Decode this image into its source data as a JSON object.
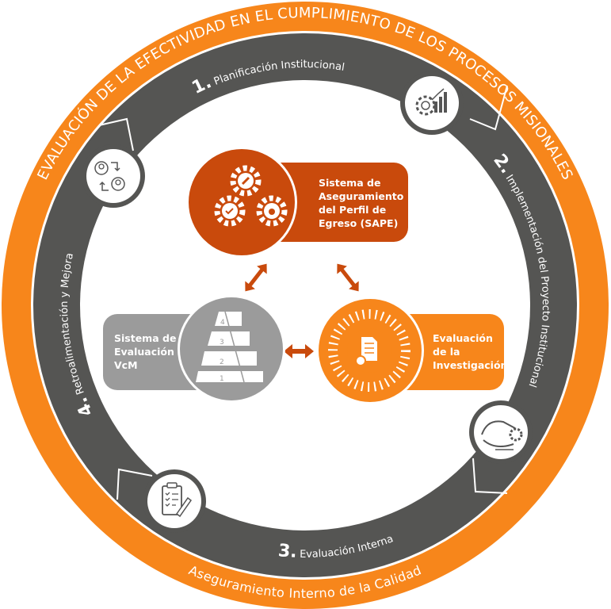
{
  "colors": {
    "outer_ring": "#F7861B",
    "process_ring": "#555553",
    "sape": "#C94A0C",
    "vcm": "#9B9B9B",
    "investigacion": "#F7861B",
    "arrows": "#C94A0C"
  },
  "outer_ring": {
    "title": "EVALUACIÓN DE LA EFECTIVIDAD EN EL CUMPLIMIENTO DE LOS PROCESOS MISIONALES",
    "subtitle": "Aseguramiento Interno de la Calidad"
  },
  "steps": [
    {
      "number": "1.",
      "label": "Planificación Institucional",
      "icon": "strategy-gear-chart-icon"
    },
    {
      "number": "2.",
      "label": "Implementación del Proyecto Institucional",
      "icon": "hand-gear-icon"
    },
    {
      "number": "3.",
      "label": "Evaluación Interna",
      "icon": "clipboard-checklist-icon"
    },
    {
      "number": "4.",
      "label": "Retroalimentación y Mejora",
      "icon": "users-exchange-icon"
    }
  ],
  "systems": {
    "sape": {
      "lines": [
        "Sistema de",
        "Aseguramiento",
        "del Perfil de",
        "Egreso (SAPE)"
      ],
      "icon": "gears-icon"
    },
    "vcm": {
      "lines": [
        "Sistema de",
        "Evaluación",
        "VcM"
      ],
      "icon": "pyramid-icon",
      "levels": [
        "1",
        "2",
        "3",
        "4"
      ]
    },
    "investigacion": {
      "lines": [
        "Evaluación",
        "de la",
        "Investigación"
      ],
      "icon": "document-icon"
    }
  }
}
